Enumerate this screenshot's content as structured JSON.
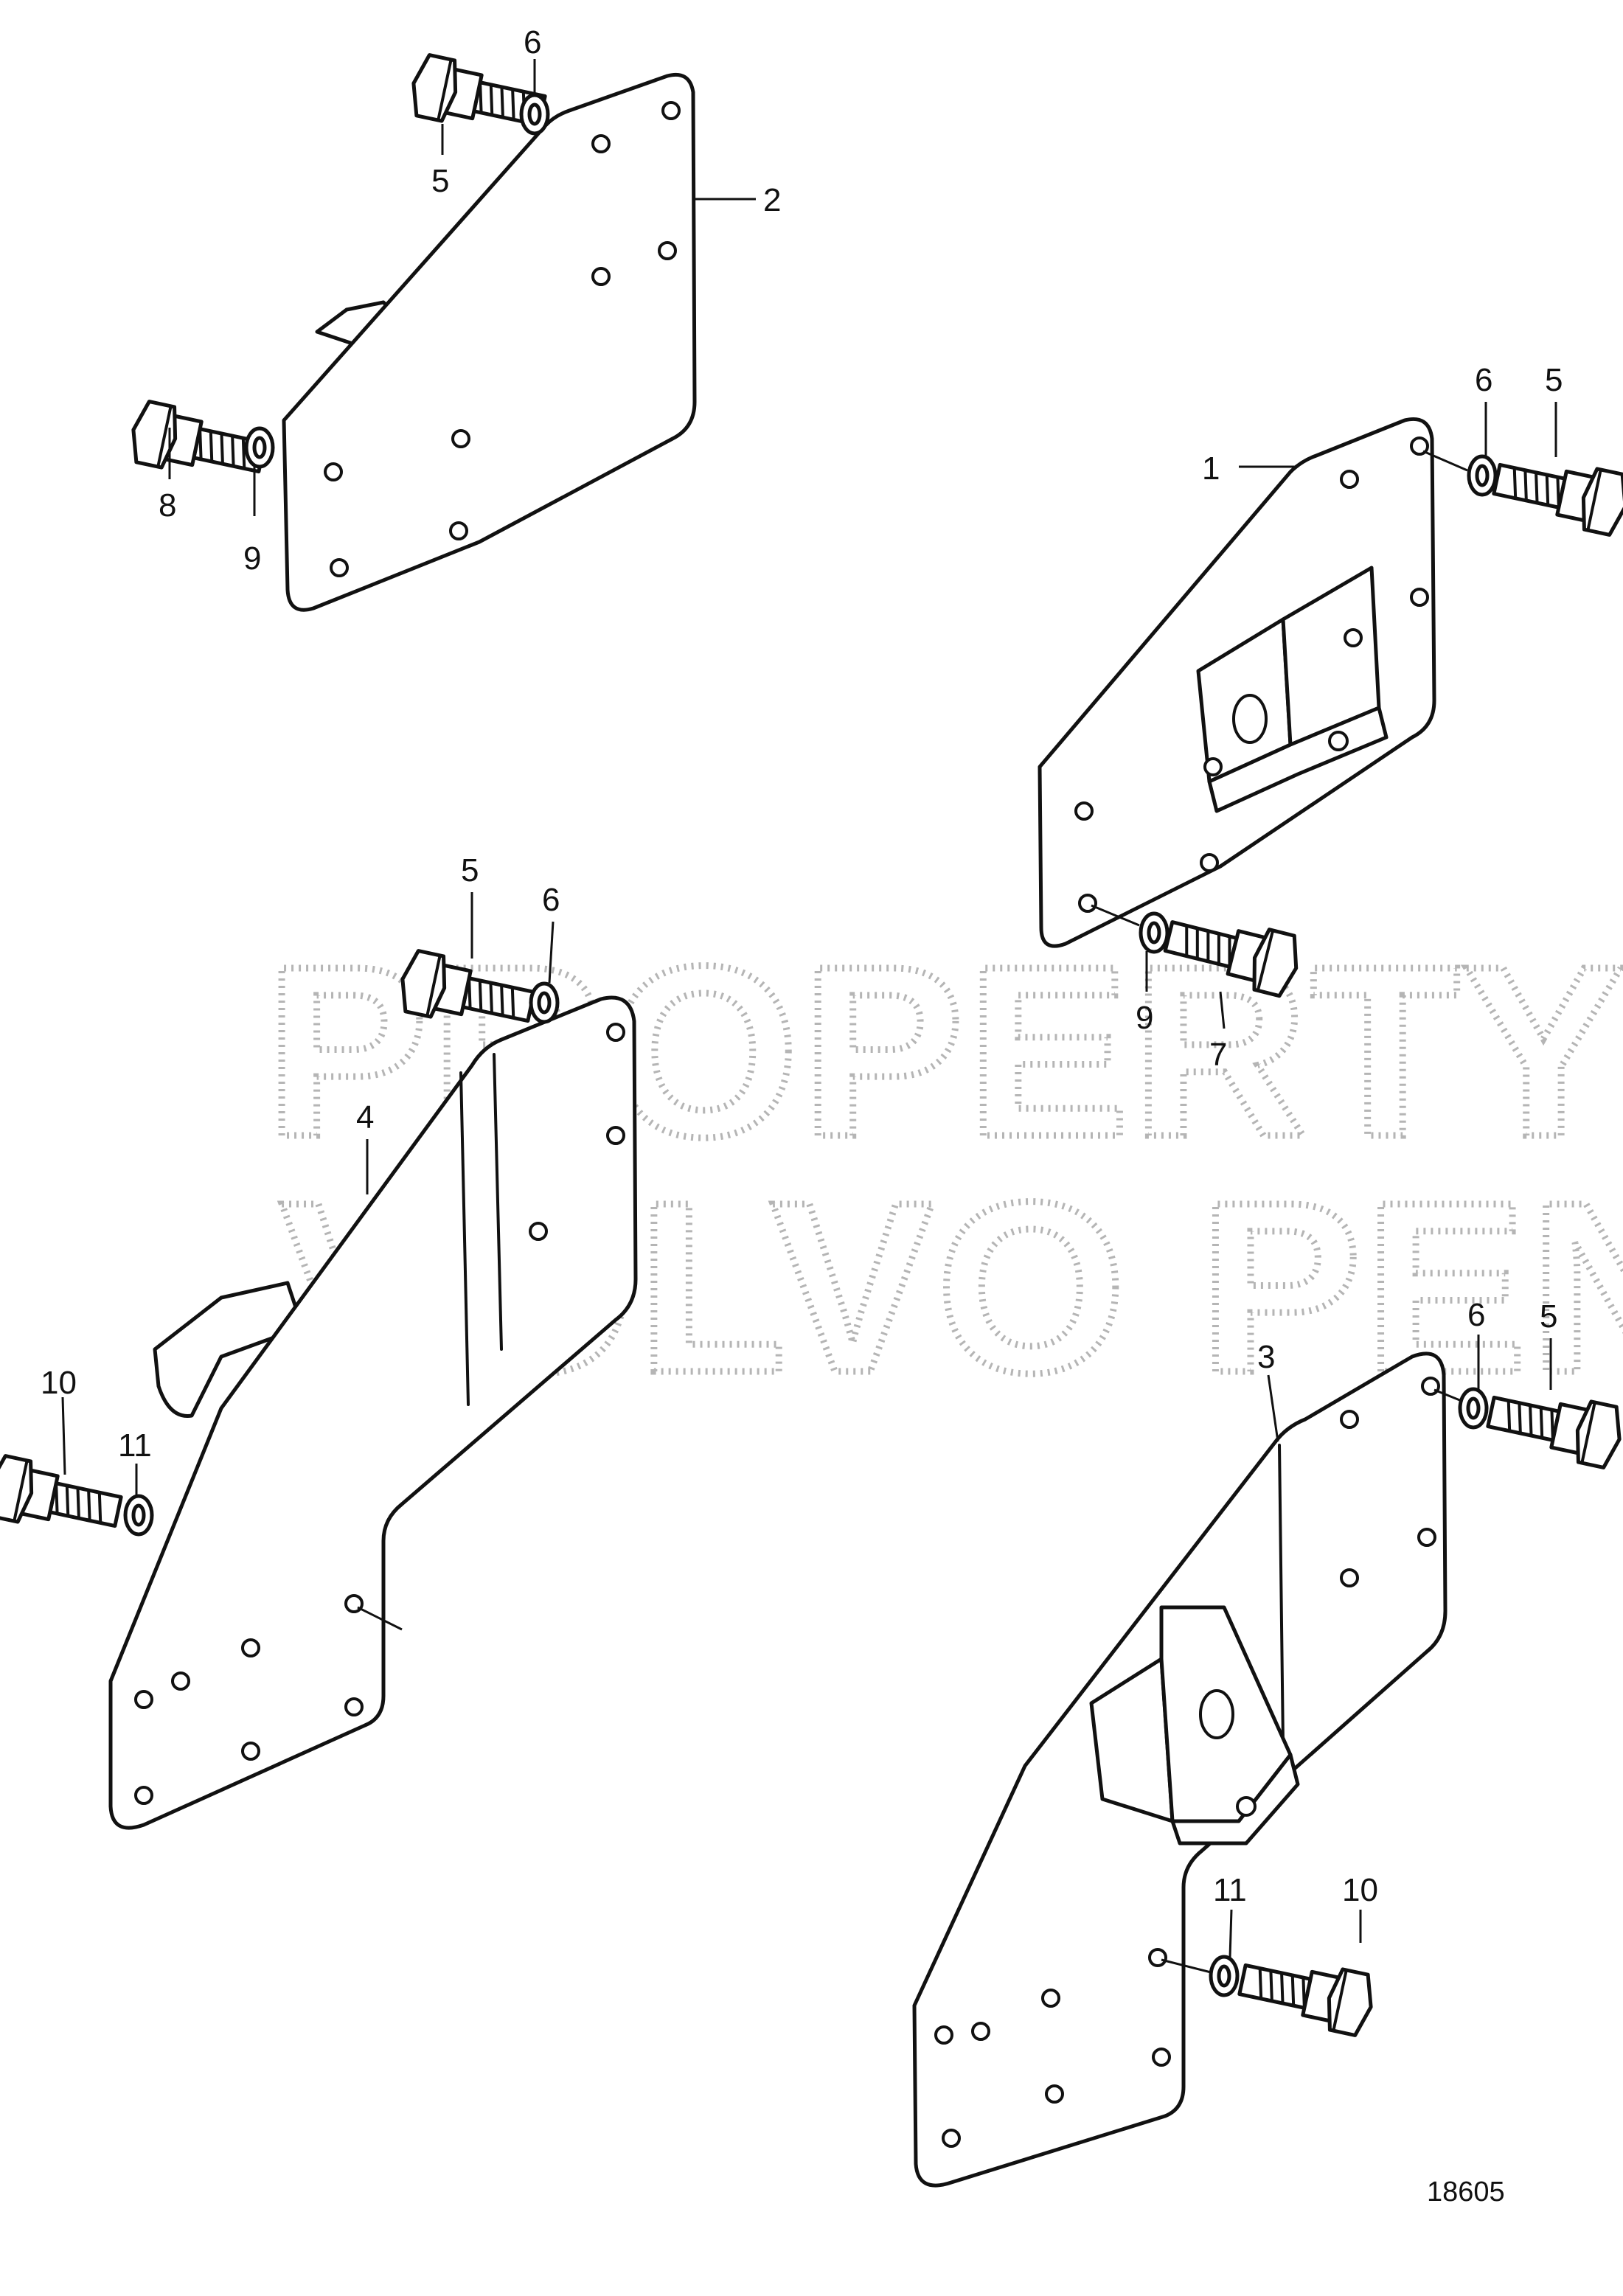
{
  "watermark": {
    "line1": "PROPERTY OF",
    "line2": "VOLVO PENTA"
  },
  "figure_number": "18605",
  "callouts": [
    {
      "id": "c-6a",
      "label": "6"
    },
    {
      "id": "c-5a",
      "label": "5"
    },
    {
      "id": "c-2",
      "label": "2"
    },
    {
      "id": "c-8",
      "label": "8"
    },
    {
      "id": "c-9a",
      "label": "9"
    },
    {
      "id": "c-1",
      "label": "1"
    },
    {
      "id": "c-6b",
      "label": "6"
    },
    {
      "id": "c-5b",
      "label": "5"
    },
    {
      "id": "c-9b",
      "label": "9"
    },
    {
      "id": "c-7",
      "label": "7"
    },
    {
      "id": "c-5c",
      "label": "5"
    },
    {
      "id": "c-6c",
      "label": "6"
    },
    {
      "id": "c-4",
      "label": "4"
    },
    {
      "id": "c-10a",
      "label": "10"
    },
    {
      "id": "c-11a",
      "label": "11"
    },
    {
      "id": "c-3",
      "label": "3"
    },
    {
      "id": "c-6d",
      "label": "6"
    },
    {
      "id": "c-5d",
      "label": "5"
    },
    {
      "id": "c-11b",
      "label": "11"
    },
    {
      "id": "c-10b",
      "label": "10"
    }
  ],
  "colors": {
    "line": "#111111",
    "watermark": "#b5b5b5",
    "background": "#ffffff"
  }
}
